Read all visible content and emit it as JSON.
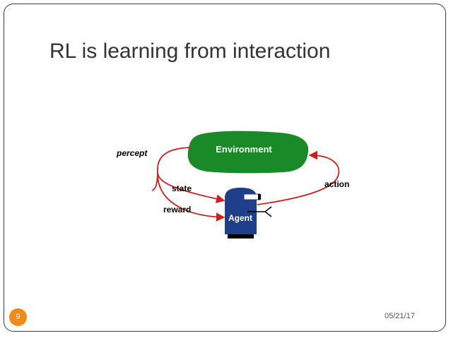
{
  "slide": {
    "title": "RL is learning from interaction",
    "page_number": "9",
    "date": "05/21/17"
  },
  "diagram": {
    "environment_label": "Environment",
    "agent_label": "Agent",
    "percept_label": "percept",
    "state_label": "state",
    "reward_label": "reward",
    "action_label": "action"
  },
  "colors": {
    "environment_fill": "#1a8a28",
    "agent_fill": "#1f3f8a",
    "arrow": "#cc1f1f",
    "page_badge": "#f28a1a"
  }
}
